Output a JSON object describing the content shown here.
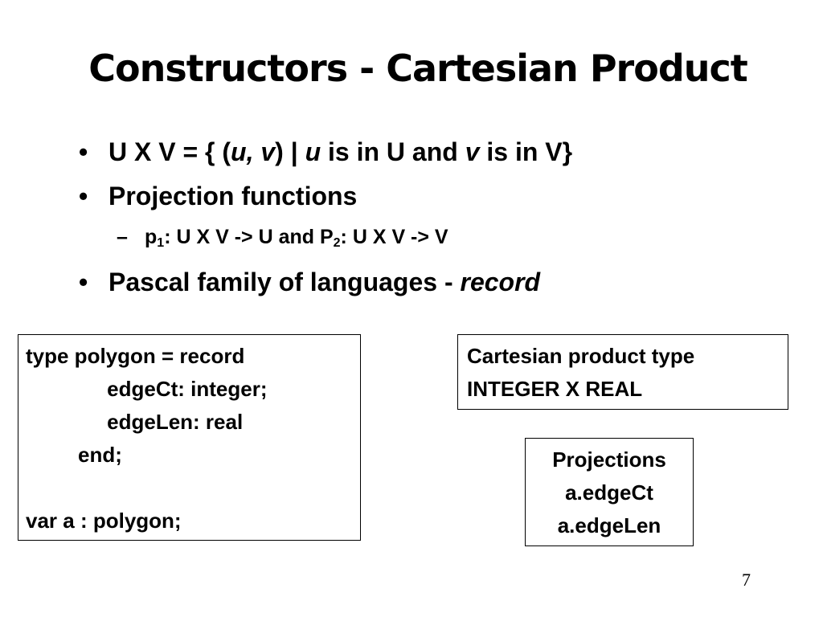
{
  "slide": {
    "title": "Constructors - Cartesian Product",
    "bullets": [
      {
        "marker": "•",
        "parts": [
          "U  X  V  = { (",
          "u, v",
          ") | ",
          "u",
          " is in U and ",
          "v",
          " is in V}"
        ]
      },
      {
        "marker": "•",
        "text": "Projection functions"
      },
      {
        "marker": "•",
        "parts": [
          "Pascal family of languages   - ",
          "record"
        ]
      }
    ],
    "sub_bullet": {
      "marker": "–",
      "parts": [
        "p",
        "1",
        ": U X V -> U and P",
        "2",
        ": U X V -> V"
      ]
    },
    "code_box": {
      "lines": [
        "type polygon = record",
        "              edgeCt: integer;",
        "              edgeLen: real",
        "         end;",
        "",
        "var a : polygon;"
      ]
    },
    "cartesian_box": {
      "lines": [
        "Cartesian product type",
        "INTEGER X REAL"
      ]
    },
    "projections_box": {
      "lines": [
        "Projections",
        "a.edgeCt",
        "a.edgeLen"
      ]
    },
    "page_number": "7"
  }
}
